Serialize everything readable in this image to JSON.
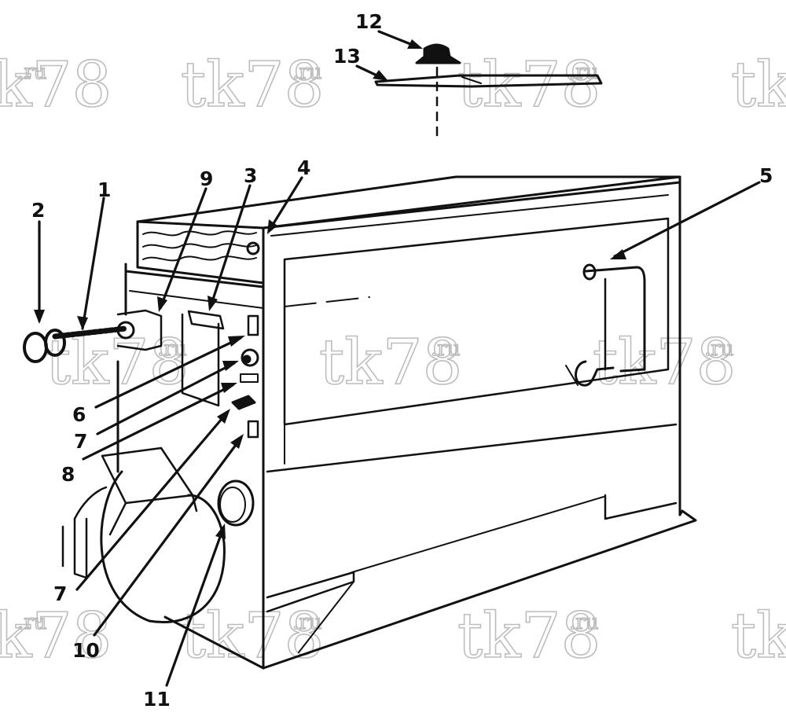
{
  "watermark": {
    "main": "tk78",
    "suffix": ".ru"
  },
  "callouts": [
    "1",
    "2",
    "3",
    "4",
    "5",
    "6",
    "7",
    "7",
    "8",
    "9",
    "10",
    "11",
    "12",
    "13"
  ],
  "colors": {
    "ink": "#111111",
    "watermark": "#bdbdbd",
    "background": "#ffffff"
  }
}
